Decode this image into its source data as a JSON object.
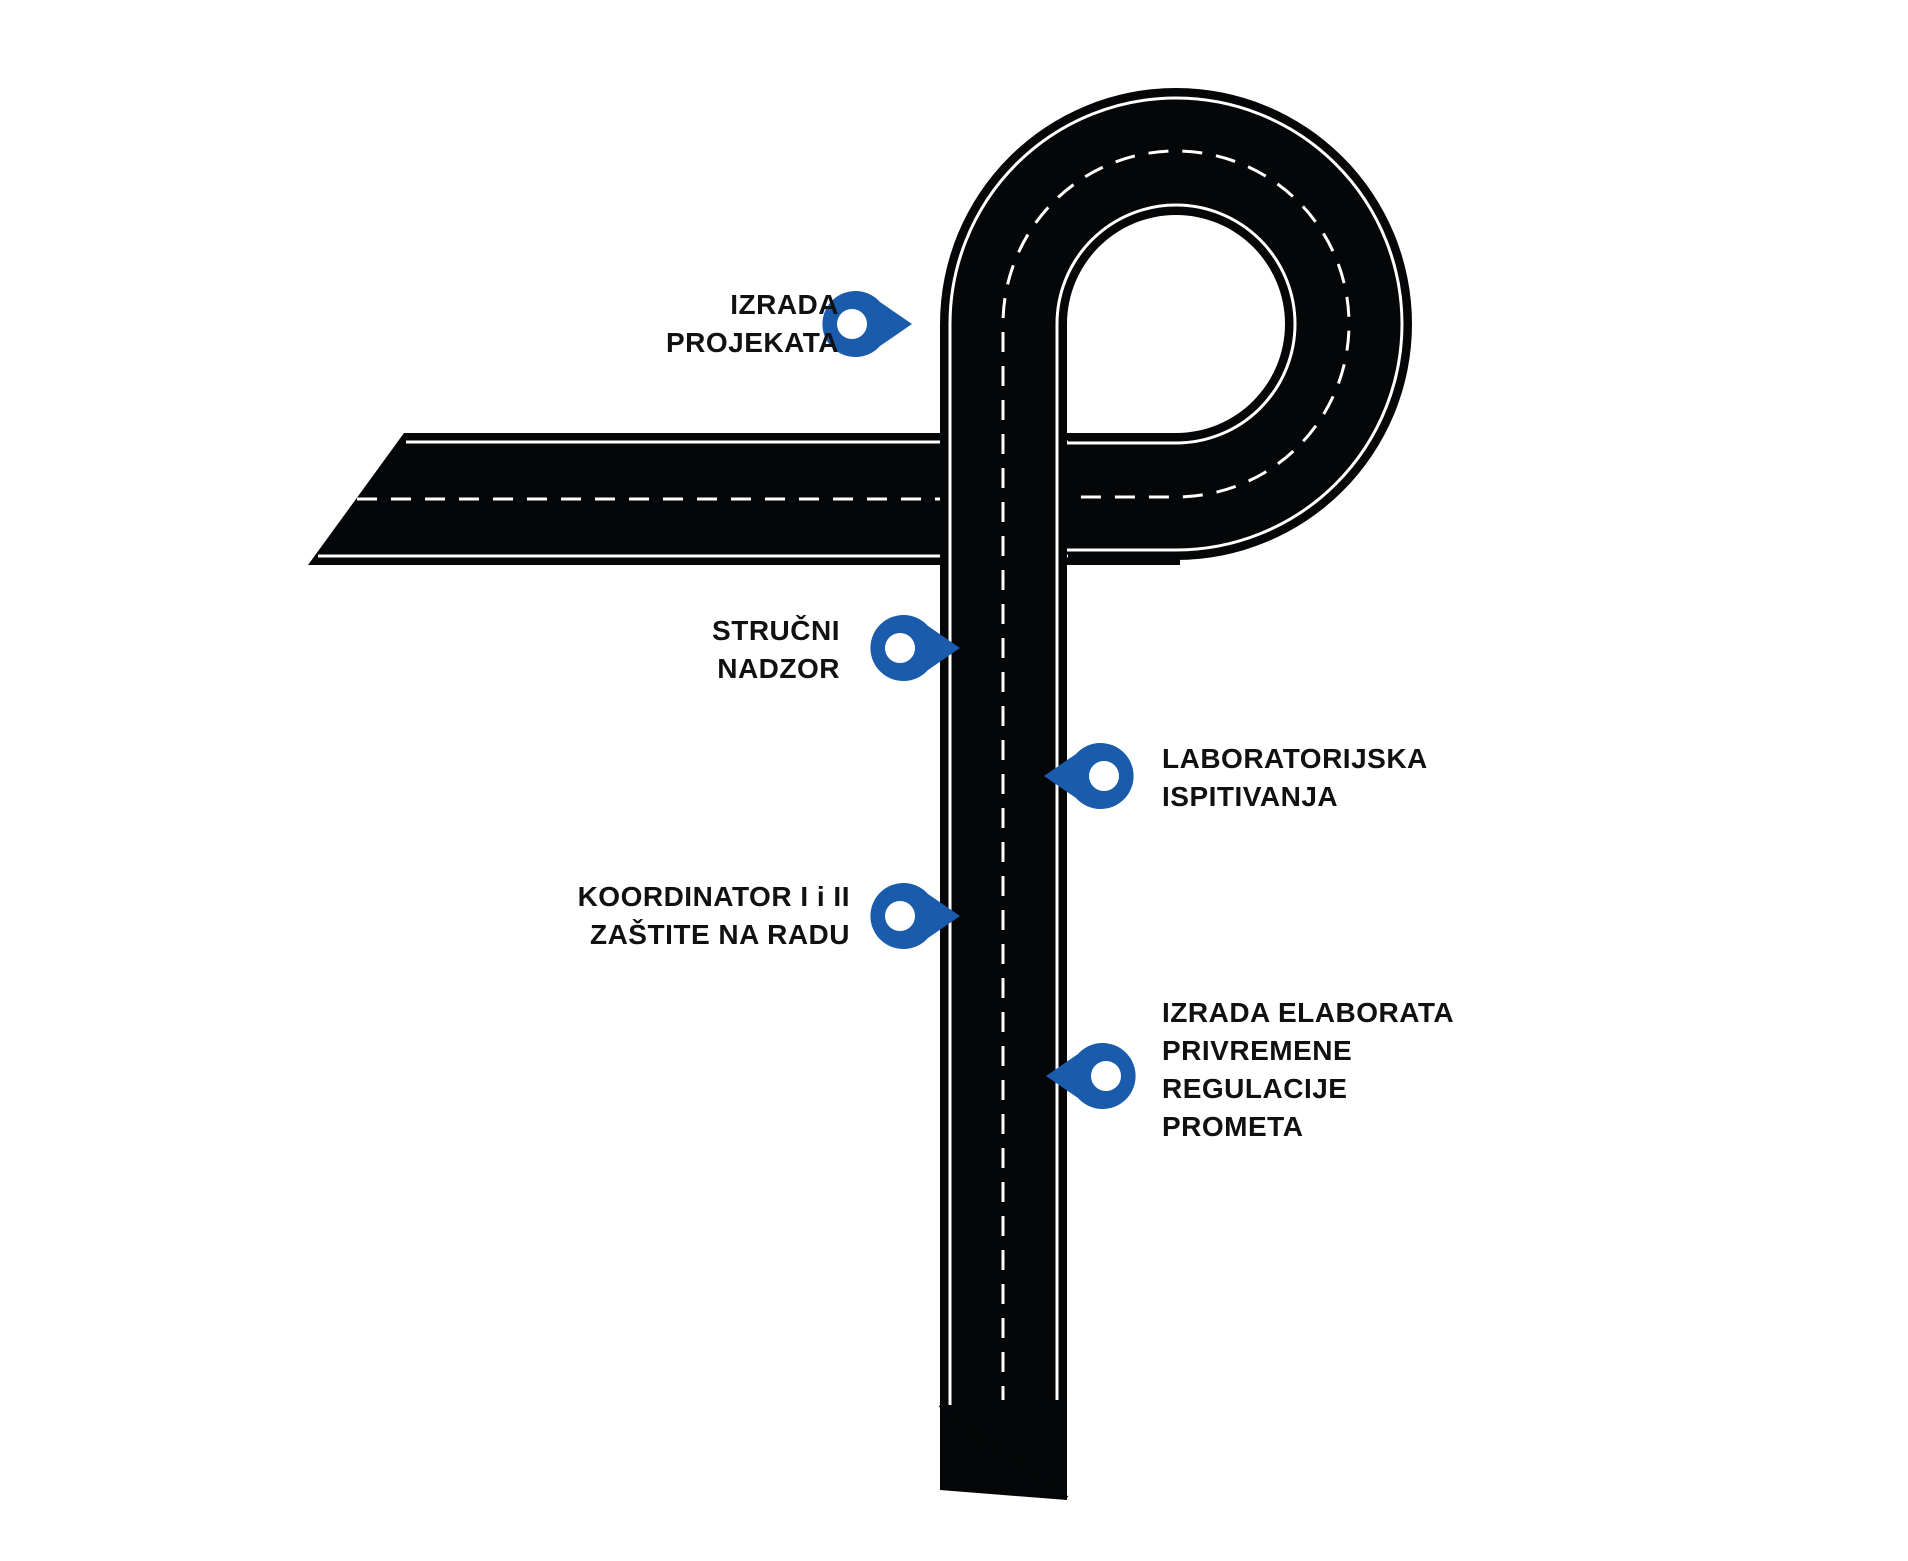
{
  "colors": {
    "road": "#050607",
    "edge_line": "#ffffff",
    "center_dash": "#ffffff",
    "marker": "#1a5bab",
    "marker_inner": "#ffffff",
    "text": "#111111",
    "background": "#ffffff"
  },
  "markers": [
    {
      "id": "izrada-projekata",
      "lines": [
        "IZRADA",
        "PROJEKATA"
      ],
      "icon": "map-pin-icon"
    },
    {
      "id": "strucni-nadzor",
      "lines": [
        "STRUČNI",
        "NADZOR"
      ],
      "icon": "map-pin-icon"
    },
    {
      "id": "laboratorijska-ispitivanja",
      "lines": [
        "LABORATORIJSKA",
        "ISPITIVANJA"
      ],
      "icon": "map-pin-icon"
    },
    {
      "id": "koordinator",
      "lines": [
        "KOORDINATOR I i II",
        "ZAŠTITE NA RADU"
      ],
      "icon": "map-pin-icon"
    },
    {
      "id": "izrada-elaborata",
      "lines": [
        "IZRADA ELABORATA",
        "PRIVREMENE",
        "REGULACIJE",
        "PROMETA"
      ],
      "icon": "map-pin-icon"
    }
  ]
}
